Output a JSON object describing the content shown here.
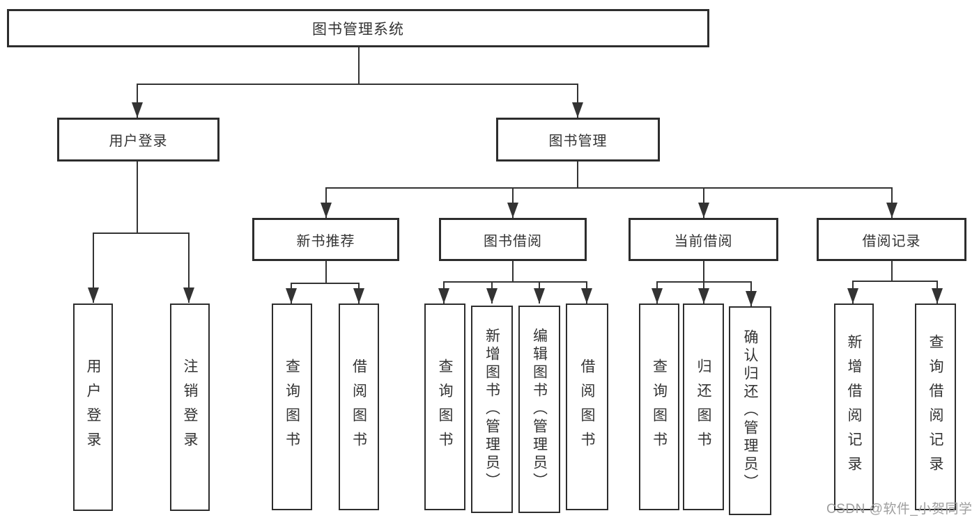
{
  "tree": {
    "root": {
      "label": "图书管理系统"
    },
    "children": [
      {
        "label": "用户登录",
        "children": [
          {
            "label": "用户登录"
          },
          {
            "label": "注销登录"
          }
        ]
      },
      {
        "label": "图书管理",
        "children": [
          {
            "label": "新书推荐",
            "children": [
              {
                "label": "查询图书"
              },
              {
                "label": "借阅图书"
              }
            ]
          },
          {
            "label": "图书借阅",
            "children": [
              {
                "label": "查询图书"
              },
              {
                "label": "新增图书（管理员）"
              },
              {
                "label": "编辑图书（管理员）"
              },
              {
                "label": "借阅图书"
              }
            ]
          },
          {
            "label": "当前借阅",
            "children": [
              {
                "label": "查询图书"
              },
              {
                "label": "归还图书"
              },
              {
                "label": "确认归还（管理员）"
              }
            ]
          },
          {
            "label": "借阅记录",
            "children": [
              {
                "label": "新增借阅记录"
              },
              {
                "label": "查询借阅记录"
              }
            ]
          }
        ]
      }
    ]
  },
  "watermark": {
    "text": "CSDN @软件_小贺同学"
  },
  "colors": {
    "line": "#333333",
    "text": "#333333",
    "background": "#ffffff",
    "watermark": "#9e9e9e"
  }
}
